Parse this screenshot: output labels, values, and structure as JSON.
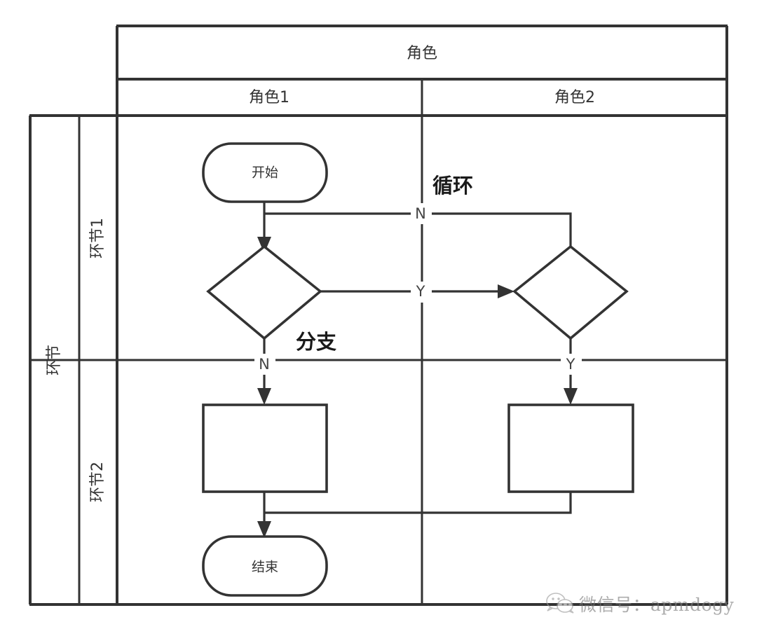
{
  "diagram": {
    "title_columns": "角色",
    "columns": [
      "角色1",
      "角色2"
    ],
    "title_rows": "环节",
    "rows": [
      "环节1",
      "环节2"
    ],
    "nodes": {
      "start": "开始",
      "decision1": "",
      "decision2": "",
      "process1": "",
      "process2": "",
      "end": "结束"
    },
    "edge_labels": {
      "loop_n": "N",
      "branch_y": "Y",
      "branch_n": "N",
      "decision2_y": "Y"
    },
    "annotations": {
      "loop": "循环",
      "branch": "分支"
    },
    "colors": {
      "line": "#333333",
      "background": "#ffffff",
      "annotation": "#1a1a1a"
    }
  },
  "watermark": {
    "icon": "wechat-icon",
    "text": "微信号：apmdogy"
  }
}
